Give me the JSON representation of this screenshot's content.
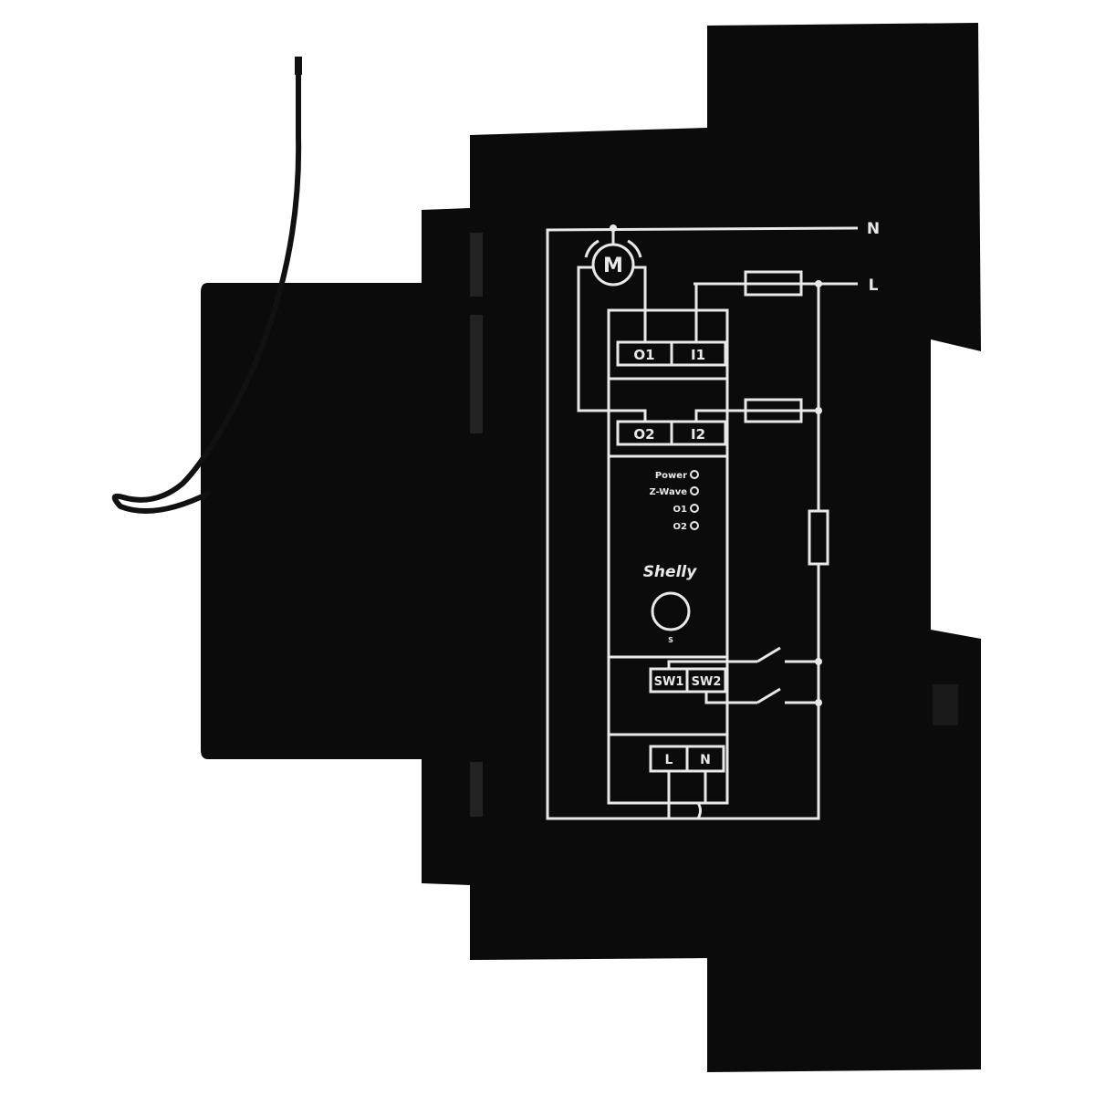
{
  "device": {
    "brand_logo": "Shelly",
    "lines": {
      "neutral": "N",
      "live": "L"
    },
    "motor": "M",
    "terminals": {
      "o1": "O1",
      "i1": "I1",
      "o2": "O2",
      "i2": "I2",
      "sw1": "SW1",
      "sw2": "SW2",
      "l": "L",
      "n": "N"
    },
    "leds": [
      "Power",
      "Z-Wave",
      "O1",
      "O2"
    ],
    "button_label": "S",
    "colors": {
      "body": "#0b0b0b",
      "print": "#e8e8e8",
      "background": "#ffffff"
    }
  }
}
